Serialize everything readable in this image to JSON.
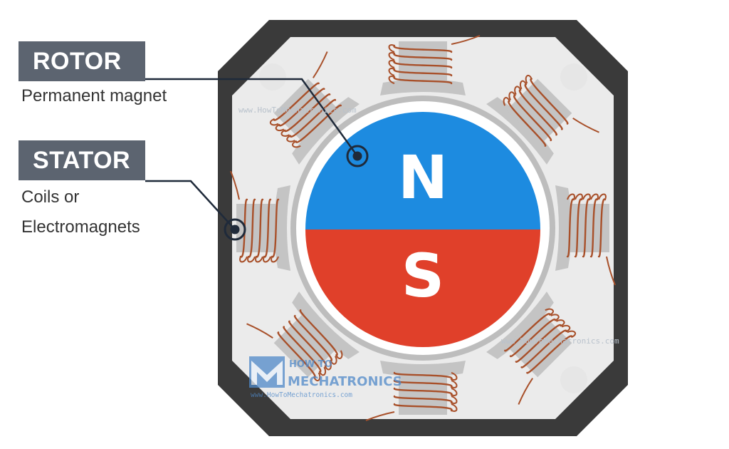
{
  "rotor": {
    "title": "ROTOR",
    "description": "Permanent magnet"
  },
  "stator": {
    "title": "STATOR",
    "description_line1": "Coils or",
    "description_line2": "Electromagnets"
  },
  "poles": {
    "north": "N",
    "south": "S"
  },
  "colors": {
    "north": "#1d8be0",
    "south": "#e0402a",
    "housing": "#3a3a3a",
    "stator": "#ebebeb",
    "coil": "#a8502a",
    "label_bg": "#5c6470",
    "pointer": "#1f2a3a"
  },
  "icons": [
    "callout-marker-icon",
    "mounting-hole-icon",
    "howtomechatronics-logo-icon"
  ],
  "watermark": {
    "url_text": "www.HowToMechatronics.com",
    "logo_word1": "HOW TO",
    "logo_word2": "MECHATRONICS",
    "logo_url": "www.HowToMechatronics.com"
  }
}
